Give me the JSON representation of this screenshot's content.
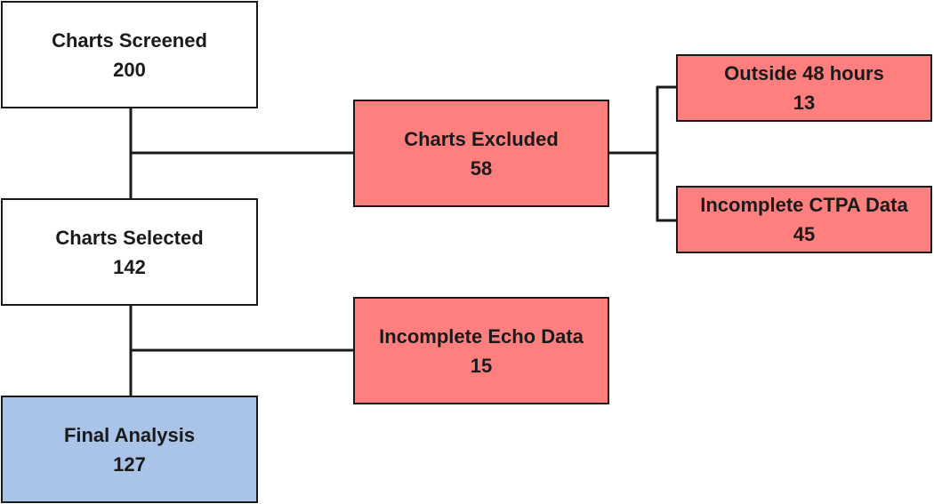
{
  "nodes": {
    "screened": {
      "label": "Charts Screened",
      "count": "200"
    },
    "selected": {
      "label": "Charts Selected",
      "count": "142"
    },
    "final": {
      "label": "Final Analysis",
      "count": "127"
    },
    "excluded": {
      "label": "Charts Excluded",
      "count": "58"
    },
    "echo": {
      "label": "Incomplete Echo Data",
      "count": "15"
    },
    "outside": {
      "label": "Outside 48 hours",
      "count": "13"
    },
    "ctpa": {
      "label": "Incomplete CTPA Data",
      "count": "45"
    }
  },
  "colors": {
    "included": "#ffffff",
    "excluded": "#ff7f7f",
    "final": "#a9c4e8",
    "line": "#1a1a1a"
  }
}
